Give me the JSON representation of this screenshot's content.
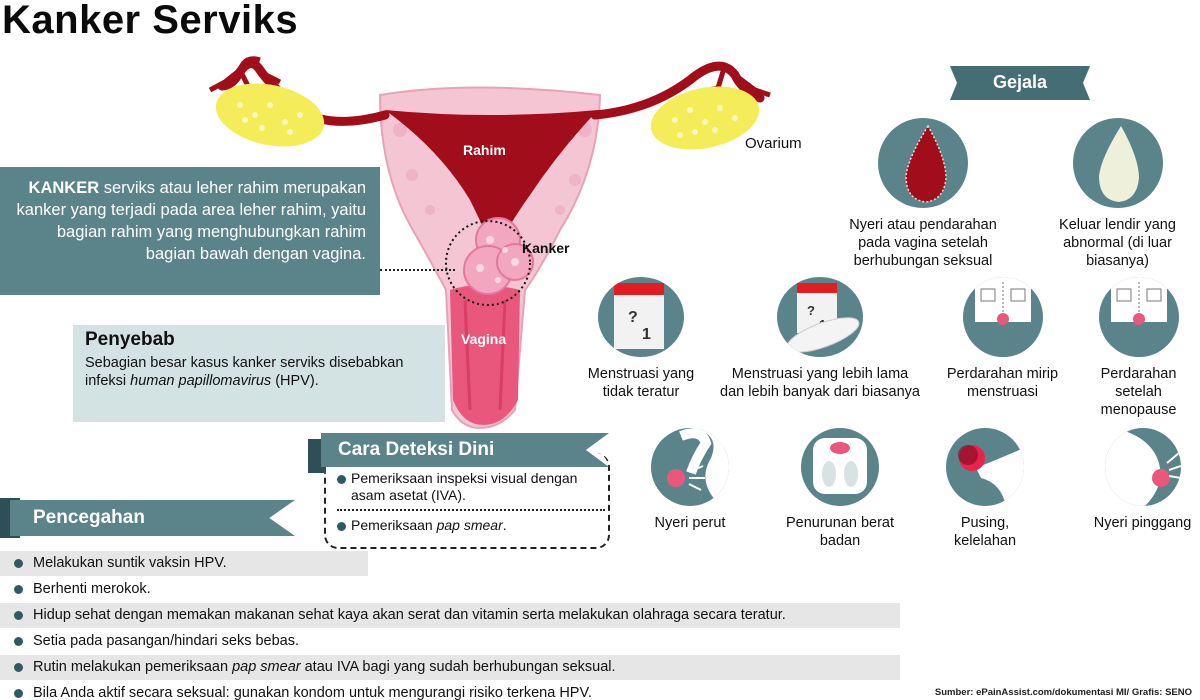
{
  "title": "Kanker Serviks",
  "anatomy": {
    "rahim": "Rahim",
    "kanker": "Kanker",
    "vagina": "Vagina",
    "ovarium": "Ovarium"
  },
  "definition": {
    "lead": "KANKER",
    "text": " serviks atau leher rahim merupakan kanker yang terjadi pada area leher rahim, yaitu bagian rahim yang menghubungkan rahim bagian bawah dengan vagina."
  },
  "cause": {
    "title": "Penyebab",
    "text_before": "Sebagian besar kasus kanker serviks disebabkan infeksi ",
    "text_italic": "human papillomavirus",
    "text_after": " (HPV)."
  },
  "detection": {
    "title": "Cara Deteksi Dini",
    "items": [
      {
        "before": "Pemeriksaan inspeksi visual dengan asam asetat (IVA).",
        "italic": "",
        "after": ""
      },
      {
        "before": "Pemeriksaan ",
        "italic": "pap smear",
        "after": "."
      }
    ]
  },
  "prevention": {
    "title": "Pencegahan",
    "items": [
      {
        "before": "Melakukan suntik vaksin HPV.",
        "italic": "",
        "after": ""
      },
      {
        "before": "Berhenti merokok.",
        "italic": "",
        "after": ""
      },
      {
        "before": "Hidup sehat dengan memakan makanan sehat kaya akan serat dan vitamin serta melakukan olahraga secara teratur.",
        "italic": "",
        "after": ""
      },
      {
        "before": "Setia pada pasangan/hindari seks bebas.",
        "italic": "",
        "after": ""
      },
      {
        "before": "Rutin melakukan pemeriksaan ",
        "italic": "pap smear",
        "after": " atau IVA bagi yang sudah berhubungan seksual."
      },
      {
        "before": "Bila Anda aktif secara seksual: gunakan kondom untuk mengurangi risiko terkena HPV.",
        "italic": "",
        "after": ""
      }
    ]
  },
  "symptoms": {
    "title": "Gejala",
    "items": [
      {
        "label": "Nyeri atau pendarahan pada vagina setelah berhubungan seksual",
        "icon": "blood-drop-icon"
      },
      {
        "label": "Keluar lendir yang abnormal (di luar biasanya)",
        "icon": "mucus-drop-icon"
      },
      {
        "label": "Menstruasi yang tidak teratur",
        "icon": "calendar-icon"
      },
      {
        "label": "Menstruasi yang lebih lama dan lebih banyak dari biasanya",
        "icon": "calendar-pad-icon"
      },
      {
        "label": "Perdarahan mirip menstruasi",
        "icon": "underwear-icon"
      },
      {
        "label": "Perdarahan setelah menopause",
        "icon": "underwear-icon"
      },
      {
        "label": "Nyeri perut",
        "icon": "stomach-pain-icon"
      },
      {
        "label": "Penurunan berat badan",
        "icon": "scale-icon"
      },
      {
        "label": "Pusing, kelelahan",
        "icon": "headache-icon"
      },
      {
        "label": "Nyeri pinggang",
        "icon": "back-pain-icon"
      }
    ]
  },
  "source": "Sumber: ePainAssist.com/dokumentasi MI/ Grafis: SENO",
  "colors": {
    "teal": "#5b848a",
    "teal_dark": "#2d4f55",
    "teal_light": "#d3e3e3",
    "uterus_red": "#a10d1a",
    "pink": "#e9577c",
    "ovary_yellow": "#f5ec5a"
  }
}
